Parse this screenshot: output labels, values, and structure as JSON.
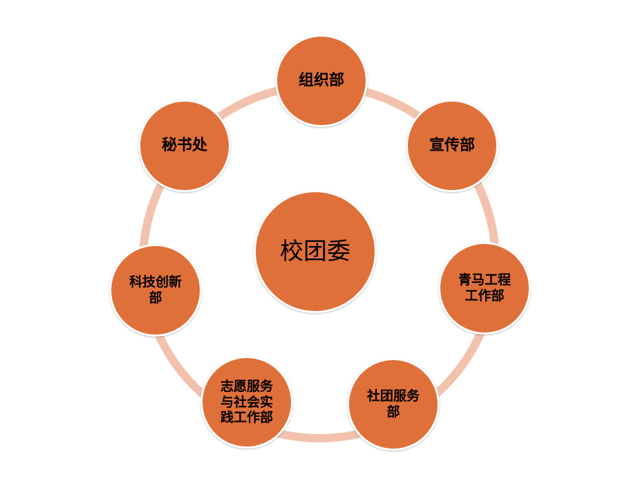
{
  "center": {
    "label": "校团委"
  },
  "nodes": [
    {
      "label": "组织部"
    },
    {
      "label": "宣传部"
    },
    {
      "label": "青马工程\n工作部"
    },
    {
      "label": "社团服务\n部"
    },
    {
      "label": "志愿服务\n与社会实\n践工作部"
    },
    {
      "label": "科技创新\n部"
    },
    {
      "label": "秘书处"
    }
  ],
  "colors": {
    "node_fill": "#E0703A",
    "ring": "#F2C2AE",
    "background": "#FFFFFF"
  }
}
